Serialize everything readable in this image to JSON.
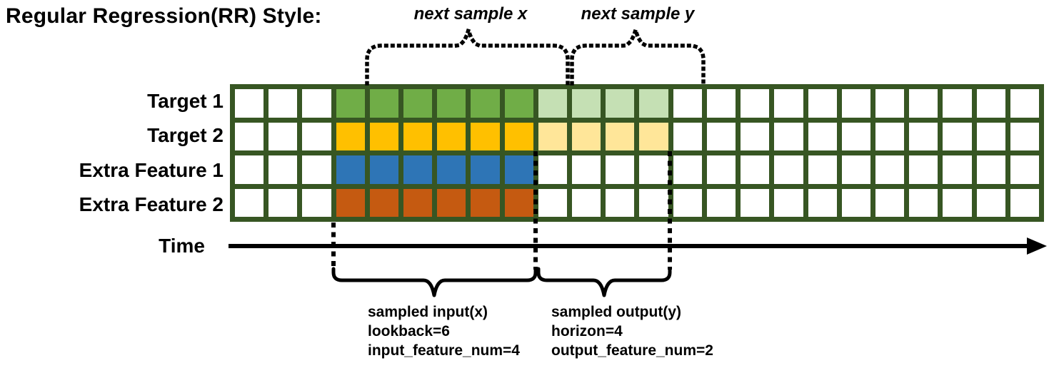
{
  "title": "Regular Regression(RR) Style:",
  "top_annotations": {
    "next_sample_x": "next sample x",
    "next_sample_y": "next sample y"
  },
  "grid": {
    "columns": 24,
    "border_color": "#375623",
    "empty_cell_color": "#FFFFFF",
    "input_columns": [
      4,
      9
    ],
    "output_columns": [
      10,
      13
    ],
    "rows": [
      {
        "label": "Target 1",
        "colors": {
          "input": "#70AD47",
          "output": "#C5E0B4"
        }
      },
      {
        "label": "Target 2",
        "colors": {
          "input": "#FFC000",
          "output": "#FFE699"
        }
      },
      {
        "label": "Extra Feature 1",
        "colors": {
          "input": "#2E75B6",
          "output": null
        }
      },
      {
        "label": "Extra Feature 2",
        "colors": {
          "input": "#C55A11",
          "output": null
        }
      }
    ]
  },
  "time_axis": {
    "label": "Time"
  },
  "bottom_annotations": {
    "input": {
      "lines": [
        "sampled input(x)",
        "lookback=6",
        "input_feature_num=4"
      ]
    },
    "output": {
      "lines": [
        "sampled output(y)",
        "horizon=4",
        "output_feature_num=2"
      ]
    }
  },
  "line_color": "#000000"
}
